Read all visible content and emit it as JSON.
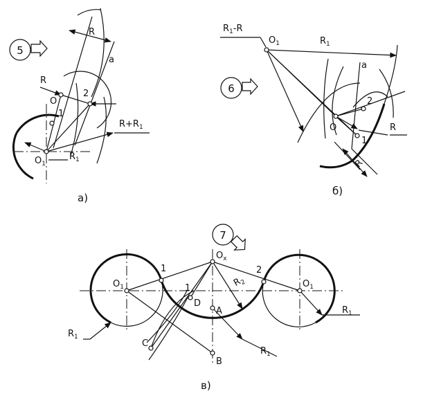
{
  "panel_a": {
    "step": "5",
    "labels": {
      "R_top": "R",
      "a": "a",
      "R_left": "R",
      "O": "O",
      "p1": "1",
      "p2": "2",
      "RR1": "R+R",
      "RR1_sub": "1",
      "O1": "O",
      "O1_sub": "1",
      "R1": "R",
      "R1_sub": "1"
    },
    "caption": "a)"
  },
  "panel_b": {
    "step": "6",
    "labels": {
      "R1R": "R",
      "R1R_sub": "1",
      "R1R_tail": "-R",
      "O1": "O",
      "O1_sub": "1",
      "R1": "R",
      "R1_sub": "1",
      "a": "a",
      "p2": "2",
      "O": "O",
      "p1": "1",
      "R_right": "R",
      "R_bottom": "R"
    },
    "caption": "б)"
  },
  "panel_c": {
    "step": "7",
    "labels": {
      "Ox": "O",
      "Ox_sub": "x",
      "p1": "1",
      "p2": "2",
      "O1L": "O",
      "O1L_sub": "1",
      "O1R": "O",
      "O1R_sub": "1",
      "R2": "R",
      "R2_sub": "2",
      "D": "D",
      "D1": "1",
      "A": "A",
      "C": "C",
      "B": "B",
      "R1L": "R",
      "R1L_sub": "1",
      "R1M": "R",
      "R1M_sub": "1",
      "R1R": "R",
      "R1R_sub": "1"
    },
    "caption": "в)"
  },
  "colors": {
    "ink": "#111111",
    "paper": "#ffffff"
  },
  "icons": [
    "arrow-icon"
  ]
}
